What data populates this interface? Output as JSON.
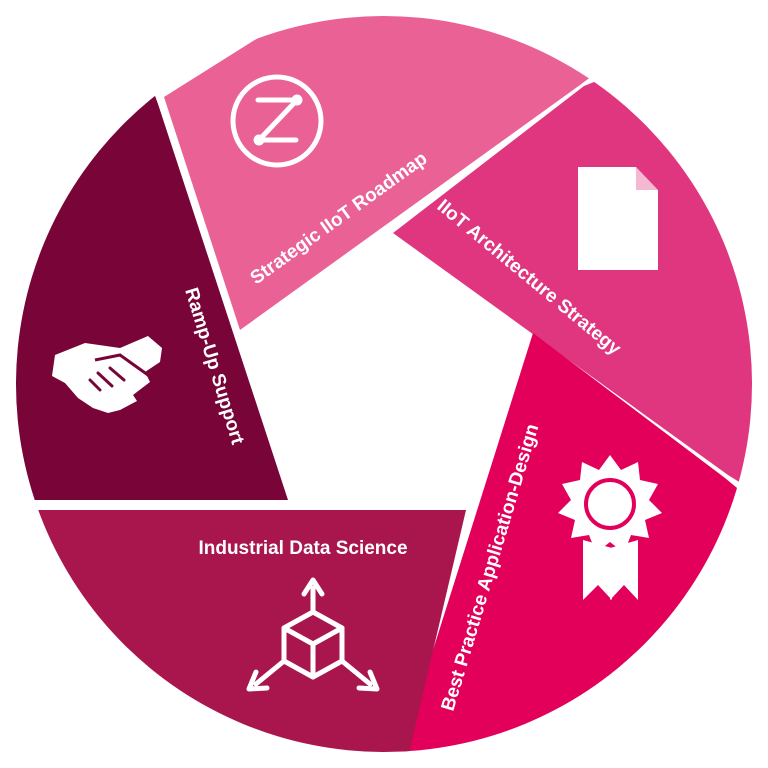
{
  "segments": [
    {
      "id": "roadmap",
      "label": "Strategic IIoT Roadmap",
      "color": "#ea6196",
      "icon": "route-icon"
    },
    {
      "id": "architecture",
      "label": "IIoT Architecture Strategy",
      "color": "#e0367f",
      "icon": "document-icon"
    },
    {
      "id": "best-practice",
      "label": "Best Practice Application-Design",
      "color": "#e2005a",
      "icon": "award-ribbon-icon"
    },
    {
      "id": "data-science",
      "label": "Industrial Data Science",
      "color": "#a8164d",
      "icon": "cube-axes-icon"
    },
    {
      "id": "ramp-up",
      "label": "Ramp-Up Support",
      "color": "#780438",
      "icon": "handshake-icon"
    }
  ]
}
